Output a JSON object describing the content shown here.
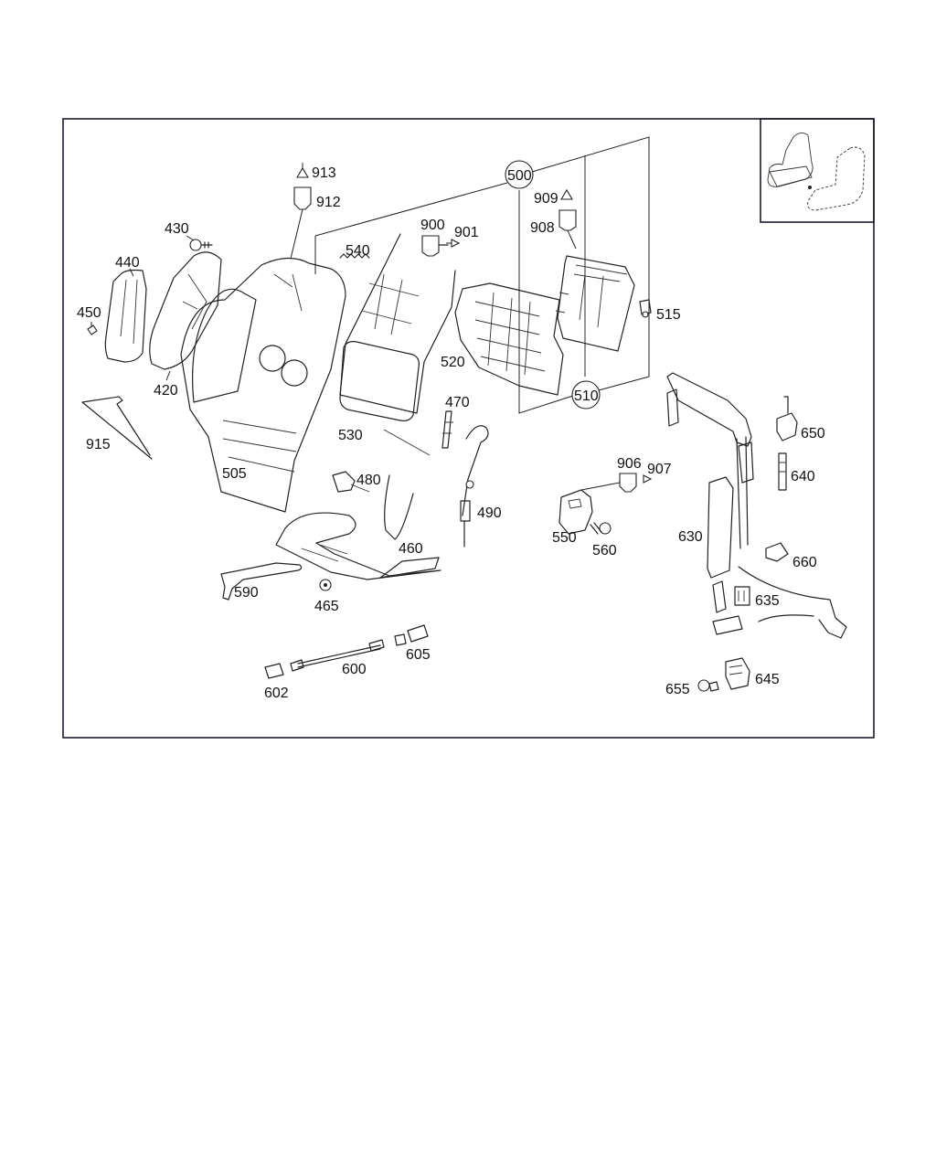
{
  "diagram": {
    "part_numbers": {
      "p913": "913",
      "p912": "912",
      "p430": "430",
      "p440": "440",
      "p450": "450",
      "p420": "420",
      "p915": "915",
      "p505": "505",
      "p540": "540",
      "p900": "900",
      "p901": "901",
      "p530": "530",
      "p470": "470",
      "p480": "480",
      "p490": "490",
      "p460": "460",
      "p465": "465",
      "p590": "590",
      "p600": "600",
      "p602": "602",
      "p605": "605",
      "p500": "500",
      "p909": "909",
      "p908": "908",
      "p515": "515",
      "p520": "520",
      "p510": "510",
      "p906": "906",
      "p907": "907",
      "p550": "550",
      "p560": "560",
      "p650": "650",
      "p640": "640",
      "p630": "630",
      "p660": "660",
      "p635": "635",
      "p645": "645",
      "p655": "655"
    },
    "colors": {
      "line": "#222222",
      "frame": "#1a1a2e",
      "background": "#ffffff"
    },
    "inset_icon": "seat-location-icon"
  }
}
